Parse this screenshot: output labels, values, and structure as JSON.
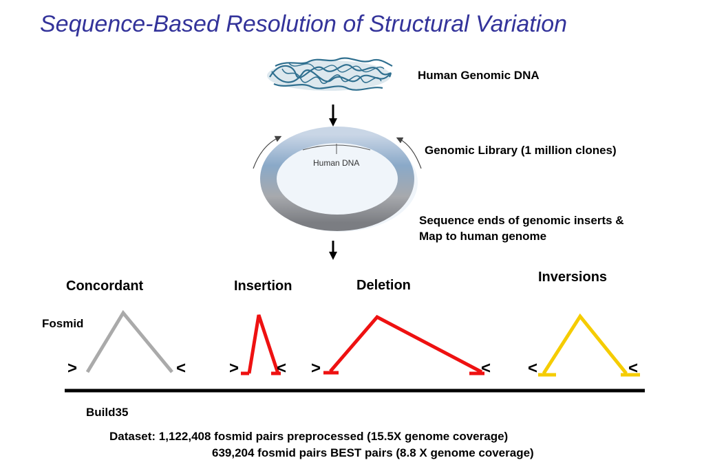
{
  "title": "Sequence-Based Resolution of Structural Variation",
  "labels": {
    "genomic_dna": "Human Genomic DNA",
    "library": "Genomic Library (1 million clones)",
    "sequence_ends_line1": "Sequence ends of genomic inserts &",
    "sequence_ends_line2": "Map to human genome",
    "vector_insert": "Human DNA"
  },
  "categories": {
    "concordant": "Concordant",
    "insertion": "Insertion",
    "deletion": "Deletion",
    "inversions": "Inversions"
  },
  "fosmid_label": "Fosmid",
  "orientation": {
    "forward": ">",
    "reverse": "<"
  },
  "reference_label": "Build35",
  "dataset": {
    "line1": "Dataset: 1,122,408 fosmid pairs  preprocessed (15.5X genome coverage)",
    "line2": "639,204 fosmid pairs BEST pairs (8.8 X genome coverage)"
  },
  "colors": {
    "title": "#33339a",
    "concordant": "#aaaaaa",
    "insertion": "#ee1111",
    "deletion": "#ee1111",
    "inversion": "#f5cc00",
    "dna": "#2f6f8f"
  },
  "icons": [
    "dna-tangle-icon",
    "arrow-down-icon",
    "plasmid-ring-icon",
    "circular-arrow-icon"
  ]
}
